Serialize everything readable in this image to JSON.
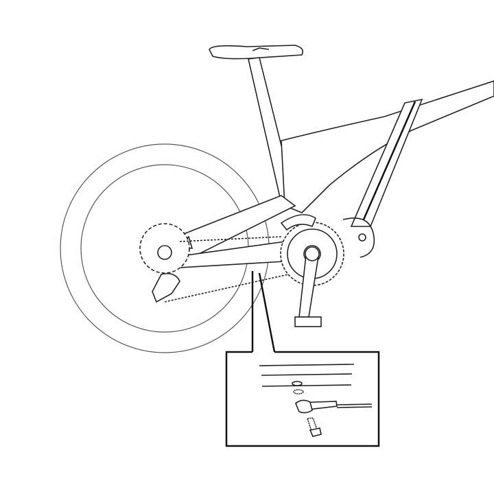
{
  "colors": {
    "line": "#111111",
    "light_line": "#555555",
    "background": "#ffffff"
  },
  "figure": {
    "parts": [
      "rear-wheel",
      "frame",
      "saddle",
      "chain",
      "chainring",
      "crank-arm",
      "pedal",
      "motor",
      "rear-cassette",
      "speed-sensor",
      "screw",
      "washer",
      "detail-inset"
    ]
  }
}
